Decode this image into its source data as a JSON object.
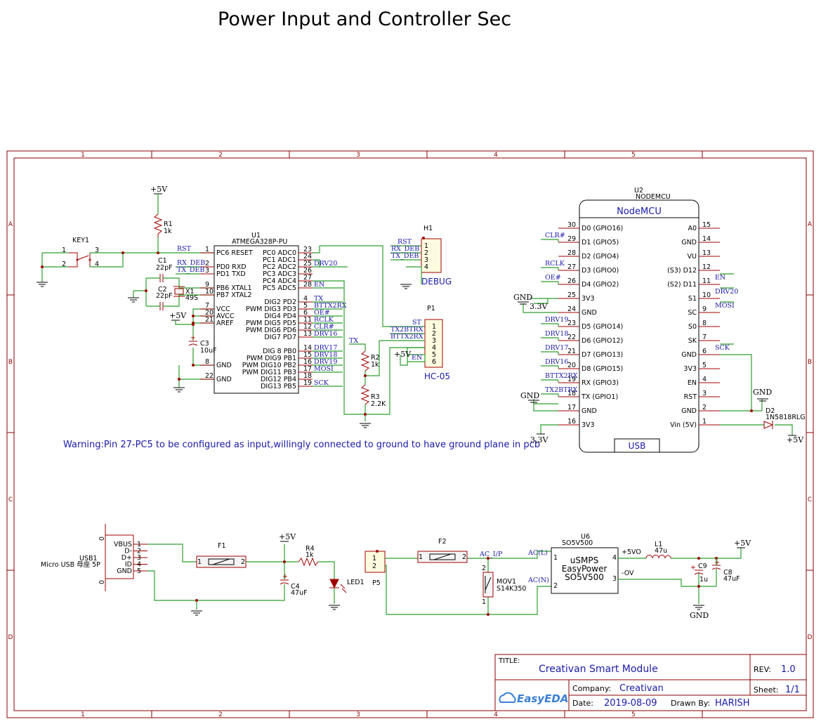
{
  "title": "Power Input and Controller Sec",
  "ruler": {
    "columns": [
      "1",
      "2",
      "3",
      "4",
      "5"
    ],
    "rows": [
      "A",
      "B",
      "C",
      "D"
    ]
  },
  "warning": "Warning:Pin 27-PC5 to be configured as input,willingly connected to ground to have ground plane in pcb",
  "power_labels": {
    "p5v": "+5V",
    "gnd": "GND",
    "p3v3": "3.3V"
  },
  "key1": {
    "ref": "KEY1",
    "pins": [
      "1",
      "2",
      "3",
      "4"
    ]
  },
  "r1": {
    "ref": "R1",
    "value": "1k"
  },
  "c1": {
    "ref": "C1",
    "value": "22pF"
  },
  "c2": {
    "ref": "C2",
    "value": "22pF"
  },
  "x1": {
    "ref": "X1",
    "value": "49S"
  },
  "c3": {
    "ref": "C3",
    "value": "10uF"
  },
  "u1": {
    "ref": "U1",
    "part": "ATMEGA328P-PU",
    "left_pins": [
      {
        "num": "1",
        "name": "PC6 RESET",
        "net": "RST"
      },
      {
        "num": "2",
        "name": "PD0 RXD",
        "net": "RX_DEB"
      },
      {
        "num": "3",
        "name": "PD1 TXD",
        "net": "TX_DEB"
      },
      {
        "num": "9",
        "name": "PB6 XTAL1",
        "net": ""
      },
      {
        "num": "10",
        "name": "PB7 XTAL2",
        "net": ""
      },
      {
        "num": "7",
        "name": "VCC",
        "net": ""
      },
      {
        "num": "20",
        "name": "AVCC",
        "net": ""
      },
      {
        "num": "21",
        "name": "AREF",
        "net": ""
      },
      {
        "num": "8",
        "name": "GND",
        "net": ""
      },
      {
        "num": "22",
        "name": "GND",
        "net": ""
      }
    ],
    "right_pins": [
      {
        "num": "23",
        "name": "PC0 ADC0",
        "net": ""
      },
      {
        "num": "24",
        "name": "PC1 ADC1",
        "net": ""
      },
      {
        "num": "25",
        "name": "PC2 ADC2",
        "net": "DRV20"
      },
      {
        "num": "26",
        "name": "PC3 ADC3",
        "net": ""
      },
      {
        "num": "27",
        "name": "PC4 ADC4",
        "net": ""
      },
      {
        "num": "28",
        "name": "PC5 ADC5",
        "net": "EN"
      },
      {
        "num": "4",
        "name": "DIG2 PD2",
        "net": "TX"
      },
      {
        "num": "5",
        "name": "PWM DIG3 PD3",
        "net": "BTTX2RX"
      },
      {
        "num": "6",
        "name": "DIG4 PD4",
        "net": "OE#"
      },
      {
        "num": "11",
        "name": "PWM DIG5 PD5",
        "net": "RCLK"
      },
      {
        "num": "12",
        "name": "PWM DIG6 PD6",
        "net": "CLR#"
      },
      {
        "num": "13",
        "name": "DIG7 PD7",
        "net": "DRV16"
      },
      {
        "num": "14",
        "name": "DIG 8 PB0",
        "net": "DRV17"
      },
      {
        "num": "15",
        "name": "PWM DIG9 PB1",
        "net": "DRV18"
      },
      {
        "num": "16",
        "name": "PWM DIG10 PB2",
        "net": "DRV19"
      },
      {
        "num": "17",
        "name": "PWM DIG11 PB3",
        "net": "MOSI"
      },
      {
        "num": "18",
        "name": "DIG12 PB4",
        "net": ""
      },
      {
        "num": "19",
        "name": "DIG13 PB5",
        "net": "SCK"
      }
    ]
  },
  "h1": {
    "ref": "H1",
    "name": "DEBUG",
    "pins": [
      "1",
      "2",
      "3",
      "4"
    ],
    "nets": [
      "RST",
      "RX_DEB",
      "TX_DEB"
    ]
  },
  "p1": {
    "ref": "P1",
    "name": "HC-05",
    "pins": [
      "1",
      "2",
      "3",
      "4",
      "5",
      "6"
    ],
    "nets": [
      "ST",
      "TX2BTRX",
      "BTTX2RX",
      "+5V",
      "EN"
    ]
  },
  "r2": {
    "ref": "R2",
    "value": "1k",
    "net": "TX"
  },
  "r3": {
    "ref": "R3",
    "value": "2.2K"
  },
  "u2": {
    "ref": "U2",
    "part": "NODEMCU",
    "name": "NodeMCU",
    "usb": "USB",
    "left_pins": [
      {
        "num": "30",
        "name": "D0 (GPIO16)",
        "net": ""
      },
      {
        "num": "29",
        "name": "D1 (GPIO5)",
        "net": "CLR#"
      },
      {
        "num": "28",
        "name": "D2 (GPIO4)",
        "net": ""
      },
      {
        "num": "27",
        "name": "D3 (GPIO0)",
        "net": "RCLK"
      },
      {
        "num": "26",
        "name": "D4 (GPIO2)",
        "net": "OE#"
      },
      {
        "num": "25",
        "name": "3V3",
        "net": ""
      },
      {
        "num": "24",
        "name": "GND",
        "net": ""
      },
      {
        "num": "23",
        "name": "D5 (GPIO14)",
        "net": "DRV19"
      },
      {
        "num": "22",
        "name": "D6 (GPIO12)",
        "net": "DRV18"
      },
      {
        "num": "21",
        "name": "D7 (GPIO13)",
        "net": "DRV17"
      },
      {
        "num": "20",
        "name": "D8 (GPIO15)",
        "net": "DRV16"
      },
      {
        "num": "19",
        "name": "RX (GPIO3)",
        "net": "BTTX2RX"
      },
      {
        "num": "18",
        "name": "TX (GPIO1)",
        "net": "TX2BTRX"
      },
      {
        "num": "17",
        "name": "GND",
        "net": ""
      },
      {
        "num": "16",
        "name": "3V3",
        "net": ""
      }
    ],
    "right_pins": [
      {
        "num": "15",
        "name": "A0",
        "net": ""
      },
      {
        "num": "14",
        "name": "GND",
        "net": ""
      },
      {
        "num": "13",
        "name": "VU",
        "net": ""
      },
      {
        "num": "12",
        "name": "(S3) D12",
        "net": "EN"
      },
      {
        "num": "11",
        "name": "(S2) D11",
        "net": "DRV20"
      },
      {
        "num": "10",
        "name": "S1",
        "net": "MOSI"
      },
      {
        "num": "9",
        "name": "SC",
        "net": ""
      },
      {
        "num": "8",
        "name": "S0",
        "net": ""
      },
      {
        "num": "7",
        "name": "SK",
        "net": "SCK"
      },
      {
        "num": "6",
        "name": "GND",
        "net": ""
      },
      {
        "num": "5",
        "name": "3V3",
        "net": ""
      },
      {
        "num": "4",
        "name": "EN",
        "net": ""
      },
      {
        "num": "3",
        "name": "RST",
        "net": ""
      },
      {
        "num": "2",
        "name": "GND",
        "net": ""
      },
      {
        "num": "1",
        "name": "Vin (5V)",
        "net": ""
      }
    ]
  },
  "d2": {
    "ref": "D2",
    "value": "1N5818RLG"
  },
  "usb1": {
    "ref": "USB1",
    "value": "Micro USB 母座 5P",
    "pins": [
      {
        "num": "1",
        "name": "VBUS"
      },
      {
        "num": "2",
        "name": "D-"
      },
      {
        "num": "3",
        "name": "D+"
      },
      {
        "num": "4",
        "name": "ID"
      },
      {
        "num": "5",
        "name": "GND"
      }
    ],
    "shield": "0"
  },
  "f1": {
    "ref": "F1",
    "pin1": "1",
    "pin2": "2"
  },
  "r4": {
    "ref": "R4",
    "value": "1k"
  },
  "c4": {
    "ref": "C4",
    "value": "47uF"
  },
  "led1": {
    "ref": "LED1"
  },
  "p5": {
    "ref": "P5",
    "pins": [
      "1",
      "2"
    ]
  },
  "f2": {
    "ref": "F2",
    "pin1": "1",
    "pin2": "2"
  },
  "mov1": {
    "ref": "MOV1",
    "value": "S14K350",
    "pin1": "1",
    "pin2": "2"
  },
  "ac_nets": {
    "ip": "AC_I/P",
    "acl": "AC(L)",
    "acn": "AC(N)"
  },
  "u6": {
    "ref": "U6",
    "value": "SO5V500",
    "line1": "uSMPS",
    "line2": "EasyPower",
    "line3": "SO5V500",
    "pins": [
      {
        "num": "1",
        "name": "AC(L)"
      },
      {
        "num": "2",
        "name": "AC(N)"
      },
      {
        "num": "4",
        "name": "+5VO"
      },
      {
        "num": "3",
        "name": "-OV"
      }
    ]
  },
  "l1": {
    "ref": "L1",
    "value": "47u"
  },
  "c9": {
    "ref": "C9",
    "value": "1u"
  },
  "c8": {
    "ref": "C8",
    "value": "47uF"
  },
  "title_block": {
    "title_label": "TITLE:",
    "title": "Creativan Smart Module",
    "rev_label": "REV:",
    "rev": "1.0",
    "company_label": "Company:",
    "company": "Creativan",
    "sheet_label": "Sheet:",
    "sheet": "1/1",
    "date_label": "Date:",
    "date": "2019-08-09",
    "drawn_label": "Drawn By:",
    "drawn_by": "HARISH",
    "logo": "EasyEDA"
  }
}
